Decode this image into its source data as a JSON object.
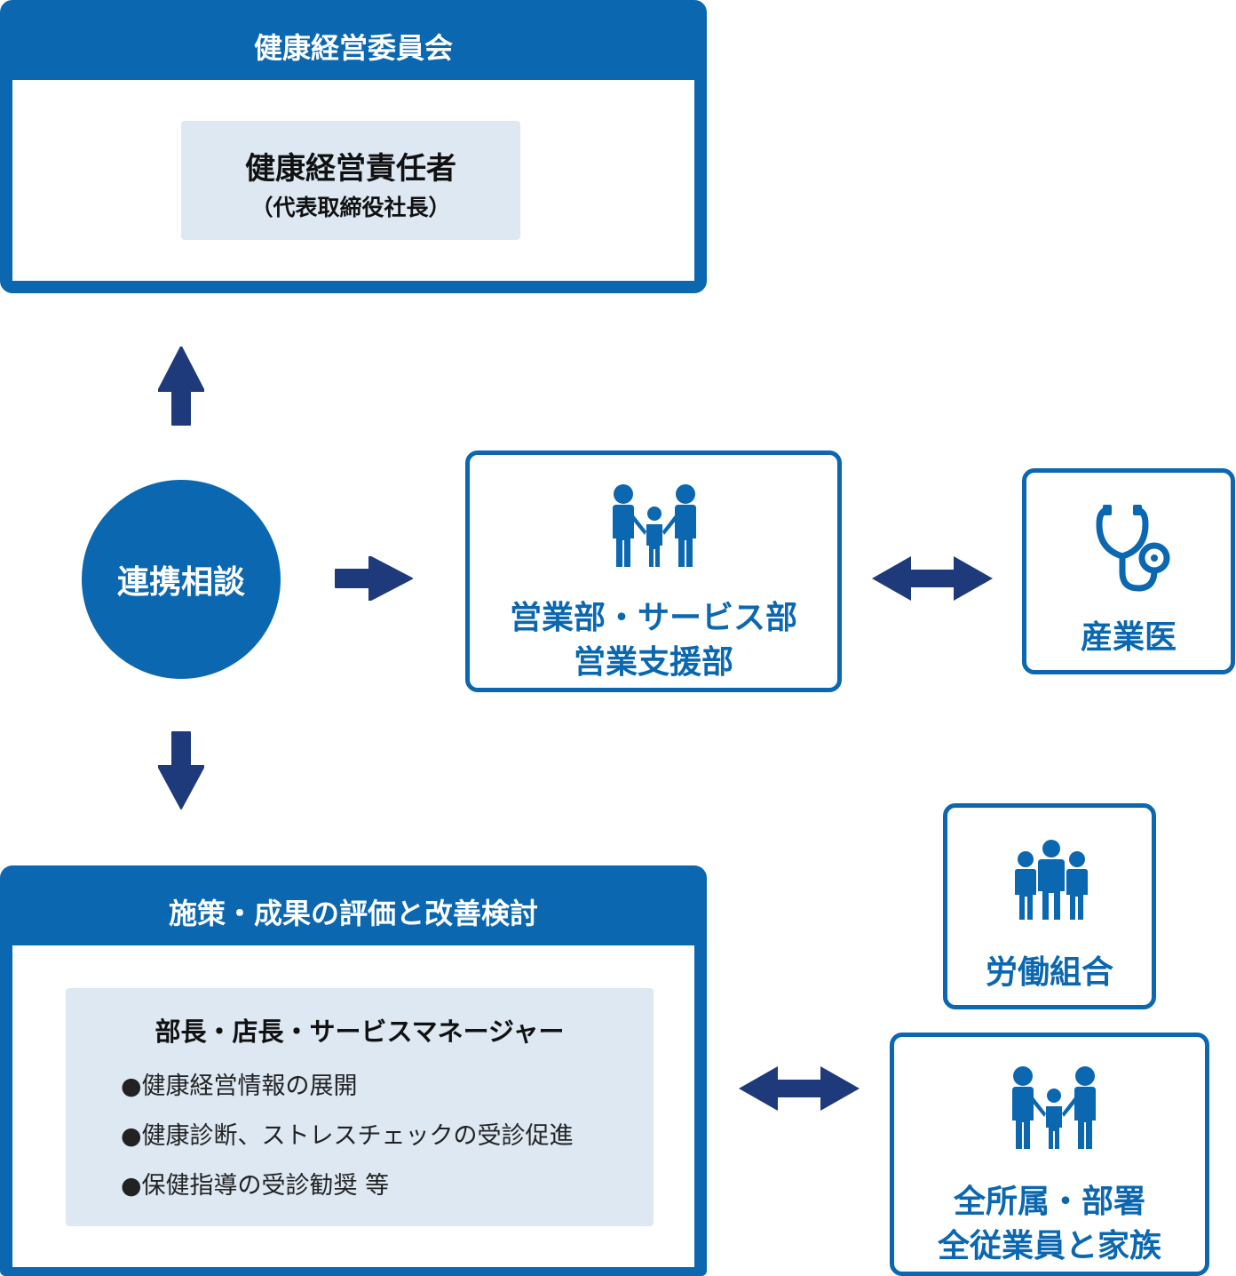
{
  "committee": {
    "title": "健康経営委員会",
    "head_name": "健康経営責任者",
    "head_role": "（代表取締役社長）"
  },
  "center_node": {
    "label": "連携相談"
  },
  "sales_node": {
    "line1": "営業部・サービス部",
    "line2": "営業支援部",
    "icon": "family-icon"
  },
  "doctor_node": {
    "label": "産業医",
    "icon": "stethoscope-icon"
  },
  "union_node": {
    "label": "労働組合",
    "icon": "group-icon"
  },
  "all_staff_node": {
    "line1": "全所属・部署",
    "line2": "全従業員と家族",
    "icon": "family-icon"
  },
  "evaluation": {
    "title": "施策・成果の評価と改善検討",
    "subtitle": "部長・店長・サービスマネージャー",
    "bullets": [
      "●健康経営情報の展開",
      "●健康診断、ストレスチェックの受診促進",
      "●保健指導の受診勧奨 等"
    ]
  },
  "colors": {
    "primary": "#0a67b0",
    "arrow": "#1e3a7b",
    "inner_fill": "#dde8f3"
  }
}
